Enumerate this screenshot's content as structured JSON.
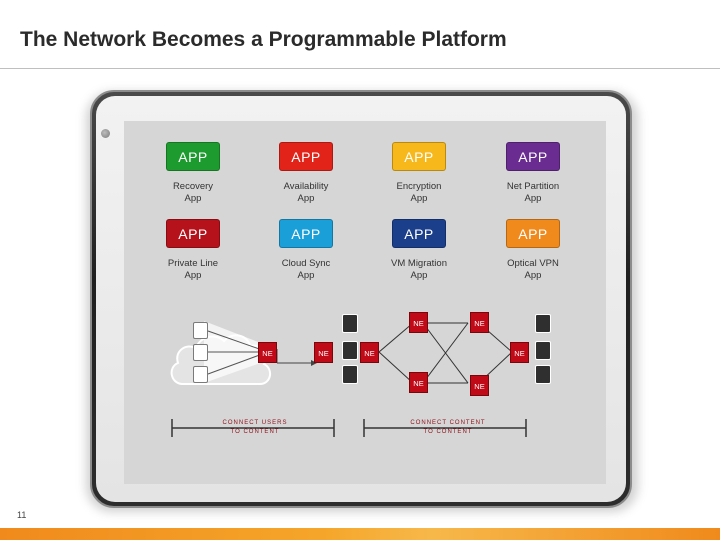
{
  "title": "The Network Becomes a Programmable Platform",
  "page_number": "11",
  "apps": [
    {
      "label": "APP",
      "name": "Recovery App",
      "caption_line1": "Recovery",
      "caption_line2": "App",
      "color": "#1e9b2f"
    },
    {
      "label": "APP",
      "name": "Availability App",
      "caption_line1": "Availability",
      "caption_line2": "App",
      "color": "#e2231a"
    },
    {
      "label": "APP",
      "name": "Encryption App",
      "caption_line1": "Encryption",
      "caption_line2": "App",
      "color": "#f6b81b"
    },
    {
      "label": "APP",
      "name": "Net Partition App",
      "caption_line1": "Net Partition",
      "caption_line2": "App",
      "color": "#6a2c91"
    },
    {
      "label": "APP",
      "name": "Private Line App",
      "caption_line1": "Private Line",
      "caption_line2": "App",
      "color": "#b5121b"
    },
    {
      "label": "APP",
      "name": "Cloud Sync App",
      "caption_line1": "Cloud Sync",
      "caption_line2": "App",
      "color": "#1a9fd9"
    },
    {
      "label": "APP",
      "name": "VM Migration App",
      "caption_line1": "VM Migration",
      "caption_line2": "App",
      "color": "#1b3f8b"
    },
    {
      "label": "APP",
      "name": "Optical VPN App",
      "caption_line1": "Optical VPN",
      "caption_line2": "App",
      "color": "#f08a1c"
    }
  ],
  "network": {
    "ne_label": "NE",
    "ne_color": "#c00a17",
    "annotation_left_line1": "CONNECT USERS",
    "annotation_left_line2": "TO CONTENT",
    "annotation_right_line1": "CONNECT CONTENT",
    "annotation_right_line2": "TO CONTENT"
  }
}
